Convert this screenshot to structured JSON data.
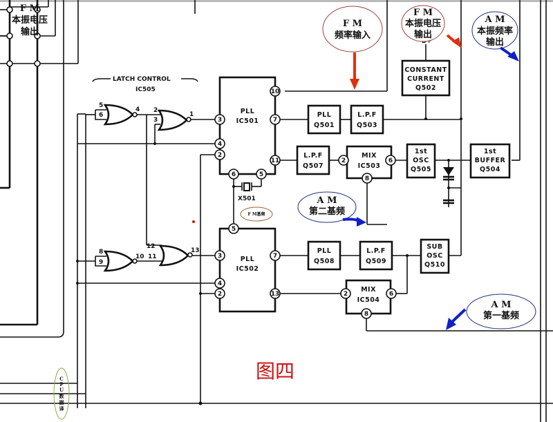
{
  "figure_title": "图四",
  "colors": {
    "annotation_red": "#e03010",
    "annotation_blue": "#1020c8",
    "ellipse_red": "#a04040",
    "ellipse_blue": "#203080",
    "ellipse_green": "#80b040",
    "title_red": "#cc1111"
  },
  "section": {
    "latch_label": "LATCH CONTROL",
    "latch_ic": "IC505"
  },
  "blocks": {
    "ic501": {
      "line1": "PLL",
      "line2": "IC501"
    },
    "ic502": {
      "line1": "PLL",
      "line2": "IC502"
    },
    "q501": {
      "line1": "PLL",
      "line2": "Q501"
    },
    "q503": {
      "line1": "L.P.F",
      "line2": "Q503"
    },
    "q502": {
      "line1": "CONSTANT",
      "line2": "CURRENT",
      "line3": "Q502"
    },
    "q507": {
      "line1": "L.P.F",
      "line2": "Q507"
    },
    "ic503": {
      "line1": "MIX",
      "line2": "IC503"
    },
    "q505": {
      "line1": "1st",
      "line2": "OSC",
      "line3": "Q505"
    },
    "q504": {
      "line1": "1st",
      "line2": "BUFFER",
      "line3": "Q504"
    },
    "q508": {
      "line1": "PLL",
      "line2": "Q508"
    },
    "q509": {
      "line1": "L.P.F",
      "line2": "Q509"
    },
    "q510": {
      "line1": "SUB",
      "line2": "OSC",
      "line3": "Q510"
    },
    "ic504": {
      "line1": "MIX",
      "line2": "IC504"
    }
  },
  "pins": {
    "ic501": {
      "p10": "10",
      "p7": "7",
      "p11": "11",
      "p3": "3",
      "p4": "4",
      "p2": "2",
      "p6": "6",
      "p5": "5"
    },
    "ic502": {
      "p5": "5",
      "p3": "3",
      "p4": "4",
      "p2": "2",
      "p7": "7",
      "p13": "13"
    },
    "ic503": {
      "p2": "2",
      "p6": "6",
      "p8": "8"
    },
    "ic504": {
      "p2": "2",
      "p6": "6",
      "p8": "8"
    }
  },
  "gate_pins": {
    "g1": {
      "a": "5",
      "b": "6",
      "out": "4"
    },
    "g2": {
      "a": "2",
      "b": "3",
      "out": "1"
    },
    "g3": {
      "a": "8",
      "b": "9",
      "out": "10"
    },
    "g4": {
      "a": "12",
      "b": "11",
      "out": "13"
    }
  },
  "components": {
    "crystal": "X501",
    "bplus": "B+"
  },
  "annotations": {
    "fm_freq_input": {
      "line1": "F M",
      "line2": "频率输入"
    },
    "fm_lo_voltage": {
      "line1": "F M",
      "line2": "本振电压",
      "line3": "输出"
    },
    "am_lo_freq": {
      "line1": "A M",
      "line2": "本振频率",
      "line3": "输出"
    },
    "fm_lo_voltage_left": {
      "line1": "F M",
      "line2": "本振电压",
      "line3": "输出"
    },
    "am_second_base": {
      "line1": "A M",
      "line2": "第二基频"
    },
    "am_first_base": {
      "line1": "A M",
      "line2": "第一基频"
    },
    "fm_base": {
      "text": "F M基频"
    },
    "cpu_bus": {
      "chars": [
        "C",
        "P",
        "U",
        "数",
        "据",
        "译"
      ]
    }
  }
}
